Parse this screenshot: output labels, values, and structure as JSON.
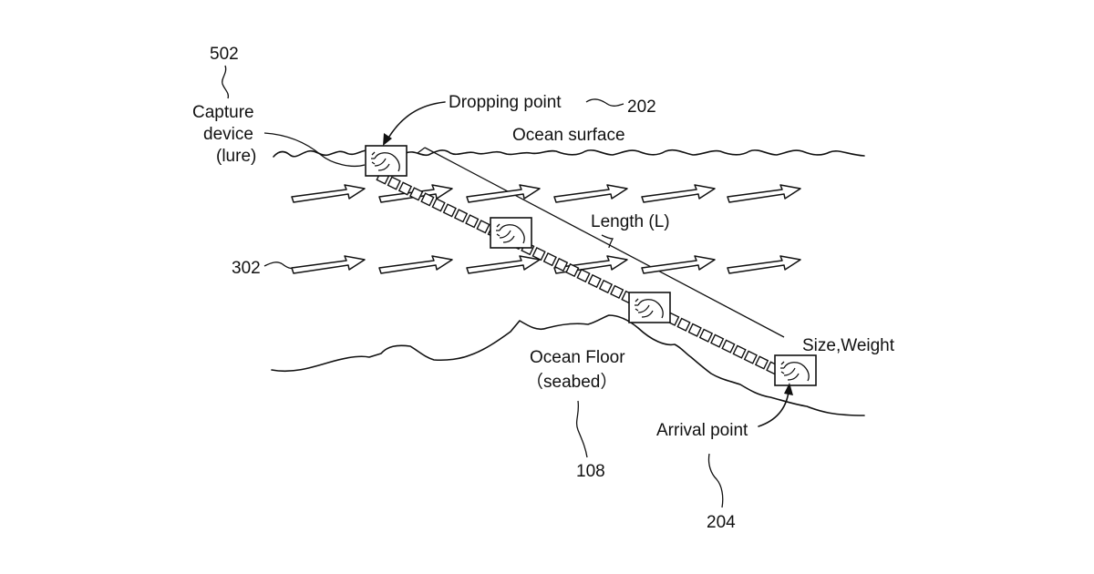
{
  "labels": {
    "capture_device_ref": "502",
    "capture_device_line1": "Capture",
    "capture_device_line2": "device",
    "capture_device_line3": "(lure)",
    "dropping_point": "Dropping point",
    "dropping_point_ref": "202",
    "ocean_surface": "Ocean surface",
    "length": "Length (L)",
    "current_ref": "302",
    "size_weight": "Size,Weight",
    "ocean_floor": "Ocean Floor",
    "seabed": "（seabed）",
    "seabed_ref": "108",
    "arrival_point": "Arrival point",
    "arrival_point_ref": "204"
  },
  "current_arrows": {
    "rows": 2,
    "arrows_per_row": 6
  },
  "lure_positions_count": 4,
  "colors": {
    "line": "#111111",
    "background": "#ffffff"
  }
}
